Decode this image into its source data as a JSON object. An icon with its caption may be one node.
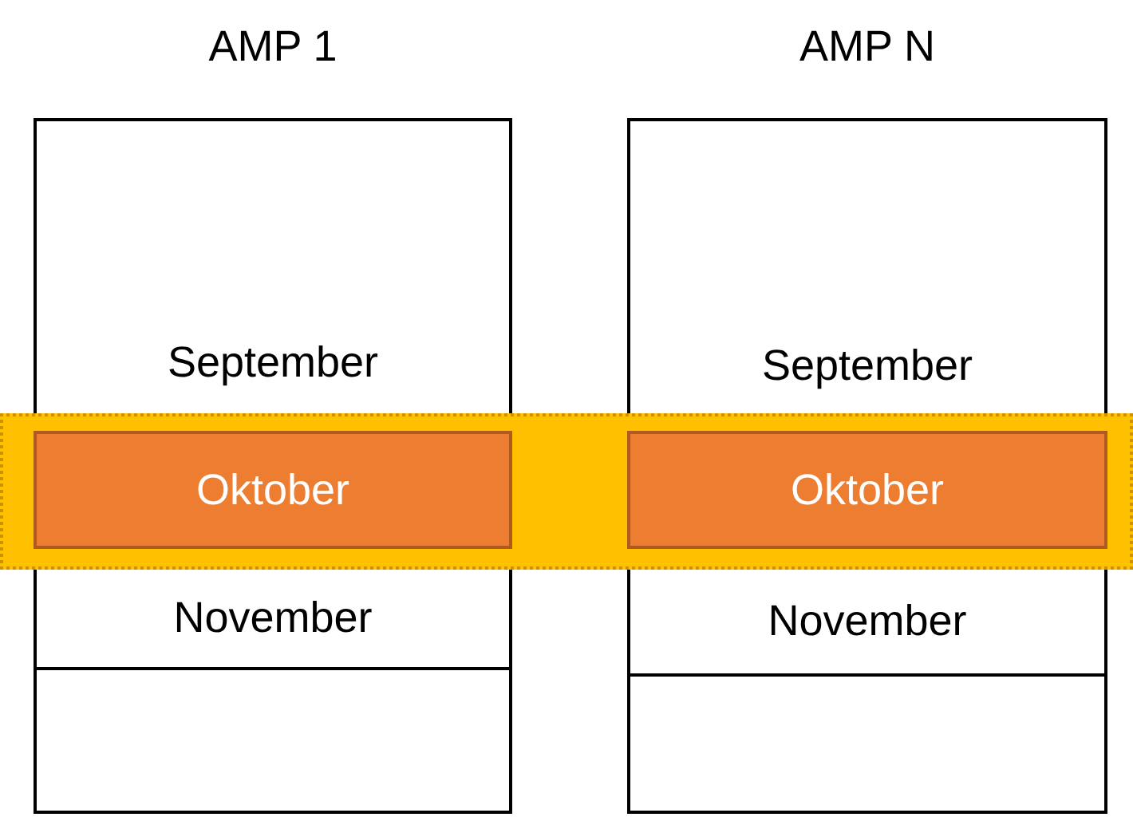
{
  "diagram": {
    "nodes": [
      {
        "text": [
          "AMP 1"
        ]
      },
      {
        "text": [],
        "shape": "box",
        "in": 0
      },
      {
        "text": [
          "September"
        ],
        "in": 0
      },
      {
        "text": [
          "Oktober"
        ],
        "in": 0
      },
      {
        "text": [
          "November"
        ],
        "in": 0
      },
      {
        "text": [],
        "shape": "box",
        "in": 0
      },
      {
        "text": [
          "AMP N"
        ]
      },
      {
        "text": [],
        "shape": "box",
        "in": 6
      },
      {
        "text": [
          "September"
        ],
        "in": 6
      },
      {
        "text": [
          "Oktober"
        ],
        "in": 6
      },
      {
        "text": [
          "November"
        ],
        "in": 6
      },
      {
        "text": [],
        "shape": "box",
        "in": 6
      }
    ],
    "edges": []
  }
}
